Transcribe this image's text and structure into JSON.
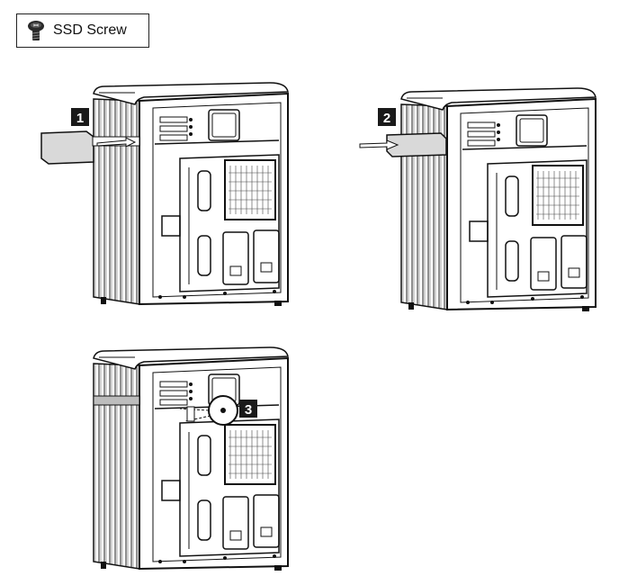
{
  "legend": {
    "icon": "screw-icon",
    "label": "SSD Screw"
  },
  "steps": [
    {
      "number": "1"
    },
    {
      "number": "2"
    },
    {
      "number": "3"
    }
  ],
  "colors": {
    "line": "#1a1a1a",
    "badge": "#1a1a1a",
    "panel": "#ffffff",
    "ssd": "#d9d9d9"
  }
}
